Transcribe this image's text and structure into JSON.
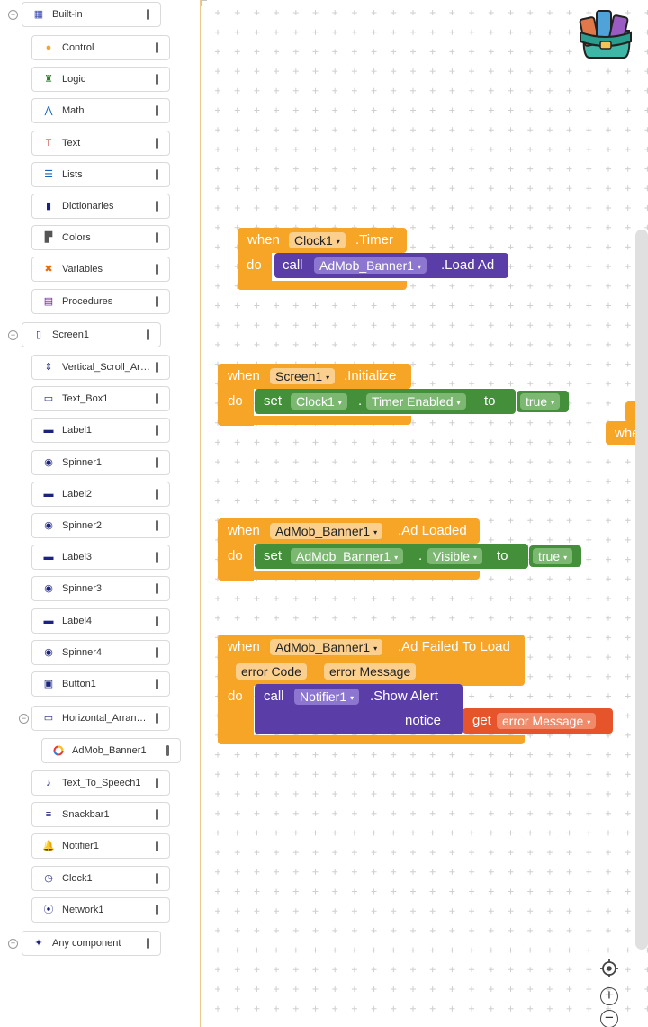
{
  "sidebar": {
    "builtin": {
      "label": "Built-in"
    },
    "blocks": [
      {
        "label": "Control",
        "icon": "control-icon",
        "color": "#f5a623"
      },
      {
        "label": "Logic",
        "icon": "logic-icon",
        "color": "#2e7d32"
      },
      {
        "label": "Math",
        "icon": "math-icon",
        "color": "#1565c0"
      },
      {
        "label": "Text",
        "icon": "text-icon",
        "color": "#c62828"
      },
      {
        "label": "Lists",
        "icon": "lists-icon",
        "color": "#1565c0"
      },
      {
        "label": "Dictionaries",
        "icon": "dictionaries-icon",
        "color": "#1a237e"
      },
      {
        "label": "Colors",
        "icon": "colors-icon",
        "color": "#555555"
      },
      {
        "label": "Variables",
        "icon": "variables-icon",
        "color": "#ef6c00"
      },
      {
        "label": "Procedures",
        "icon": "procedures-icon",
        "color": "#6a1b9a"
      }
    ],
    "screen": {
      "label": "Screen1"
    },
    "components": [
      {
        "label": "Vertical_Scroll_Arra...",
        "icon": "vertical-scroll-icon"
      },
      {
        "label": "Text_Box1",
        "icon": "textbox-icon"
      },
      {
        "label": "Label1",
        "icon": "label-icon"
      },
      {
        "label": "Spinner1",
        "icon": "spinner-icon"
      },
      {
        "label": "Label2",
        "icon": "label-icon"
      },
      {
        "label": "Spinner2",
        "icon": "spinner-icon"
      },
      {
        "label": "Label3",
        "icon": "label-icon"
      },
      {
        "label": "Spinner3",
        "icon": "spinner-icon"
      },
      {
        "label": "Label4",
        "icon": "label-icon"
      },
      {
        "label": "Spinner4",
        "icon": "spinner-icon"
      },
      {
        "label": "Button1",
        "icon": "button-icon"
      }
    ],
    "horizontal": {
      "label": "Horizontal_Arrange..."
    },
    "admob": {
      "label": "AdMob_Banner1"
    },
    "more_components": [
      {
        "label": "Text_To_Speech1",
        "icon": "text-to-speech-icon"
      },
      {
        "label": "Snackbar1",
        "icon": "snackbar-icon"
      },
      {
        "label": "Notifier1",
        "icon": "notifier-icon"
      },
      {
        "label": "Clock1",
        "icon": "clock-icon"
      },
      {
        "label": "Network1",
        "icon": "network-icon"
      }
    ],
    "any_component": {
      "label": "Any component"
    }
  },
  "workspace": {
    "block1": {
      "when": "when",
      "component": "Clock1",
      "event": ".Timer",
      "do": "do",
      "call": "call",
      "target": "AdMob_Banner1",
      "method": ".Load Ad"
    },
    "block2": {
      "when": "when",
      "component": "Screen1",
      "event": ".Initialize",
      "do": "do",
      "set": "set",
      "target": "Clock1",
      "dot": ".",
      "property": "Timer Enabled",
      "to": "to",
      "value": "true"
    },
    "block3": {
      "when": "when",
      "component": "AdMob_Banner1",
      "event": ".Ad Loaded",
      "do": "do",
      "set": "set",
      "target": "AdMob_Banner1",
      "dot": ".",
      "property": "Visible",
      "to": "to",
      "value": "true"
    },
    "block4": {
      "when": "when",
      "component": "AdMob_Banner1",
      "event": ".Ad Failed To Load",
      "param1": "error Code",
      "param2": "error Message",
      "do": "do",
      "call": "call",
      "target": "Notifier1",
      "method": ".Show Alert",
      "notice": "notice",
      "get": "get",
      "get_value": "error Message"
    },
    "partial_block": {
      "when": "whe"
    }
  },
  "controls": {
    "center": "center-icon",
    "zoom_in": "zoom-in-icon",
    "zoom_out": "zoom-out-icon",
    "backpack": "backpack-icon"
  }
}
